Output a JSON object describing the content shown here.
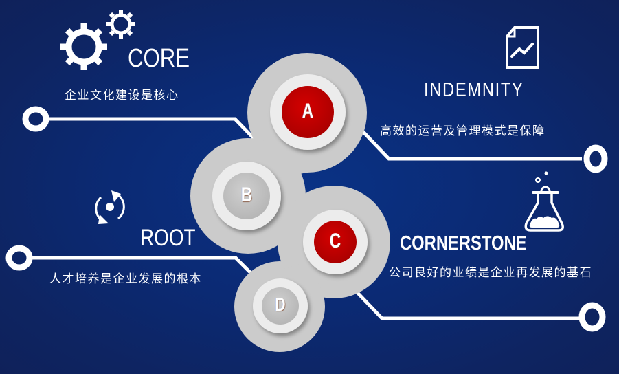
{
  "colors": {
    "background": "#0b2a74",
    "accent_red": "#c00000",
    "ring_gray": "#cbcbcb",
    "ring_light": "#ececec",
    "line_white": "#ffffff"
  },
  "items": [
    {
      "letter": "A",
      "title": "CORE",
      "description": "企业文化建设是核心",
      "icon": "gears-icon",
      "highlighted": true
    },
    {
      "letter": "B",
      "title": "ROOT",
      "description": "人才培养是企业发展的根本",
      "icon": "refresh-cycle-icon",
      "highlighted": false
    },
    {
      "letter": "C",
      "title": "CORNERSTONE",
      "description": "公司良好的业绩是企业再发展的基石",
      "icon": "flask-icon",
      "highlighted": true
    },
    {
      "letter": "D",
      "title": "INDEMNITY",
      "description": "高效的运营及管理模式是保障",
      "icon": "document-chart-icon",
      "highlighted": false
    }
  ]
}
